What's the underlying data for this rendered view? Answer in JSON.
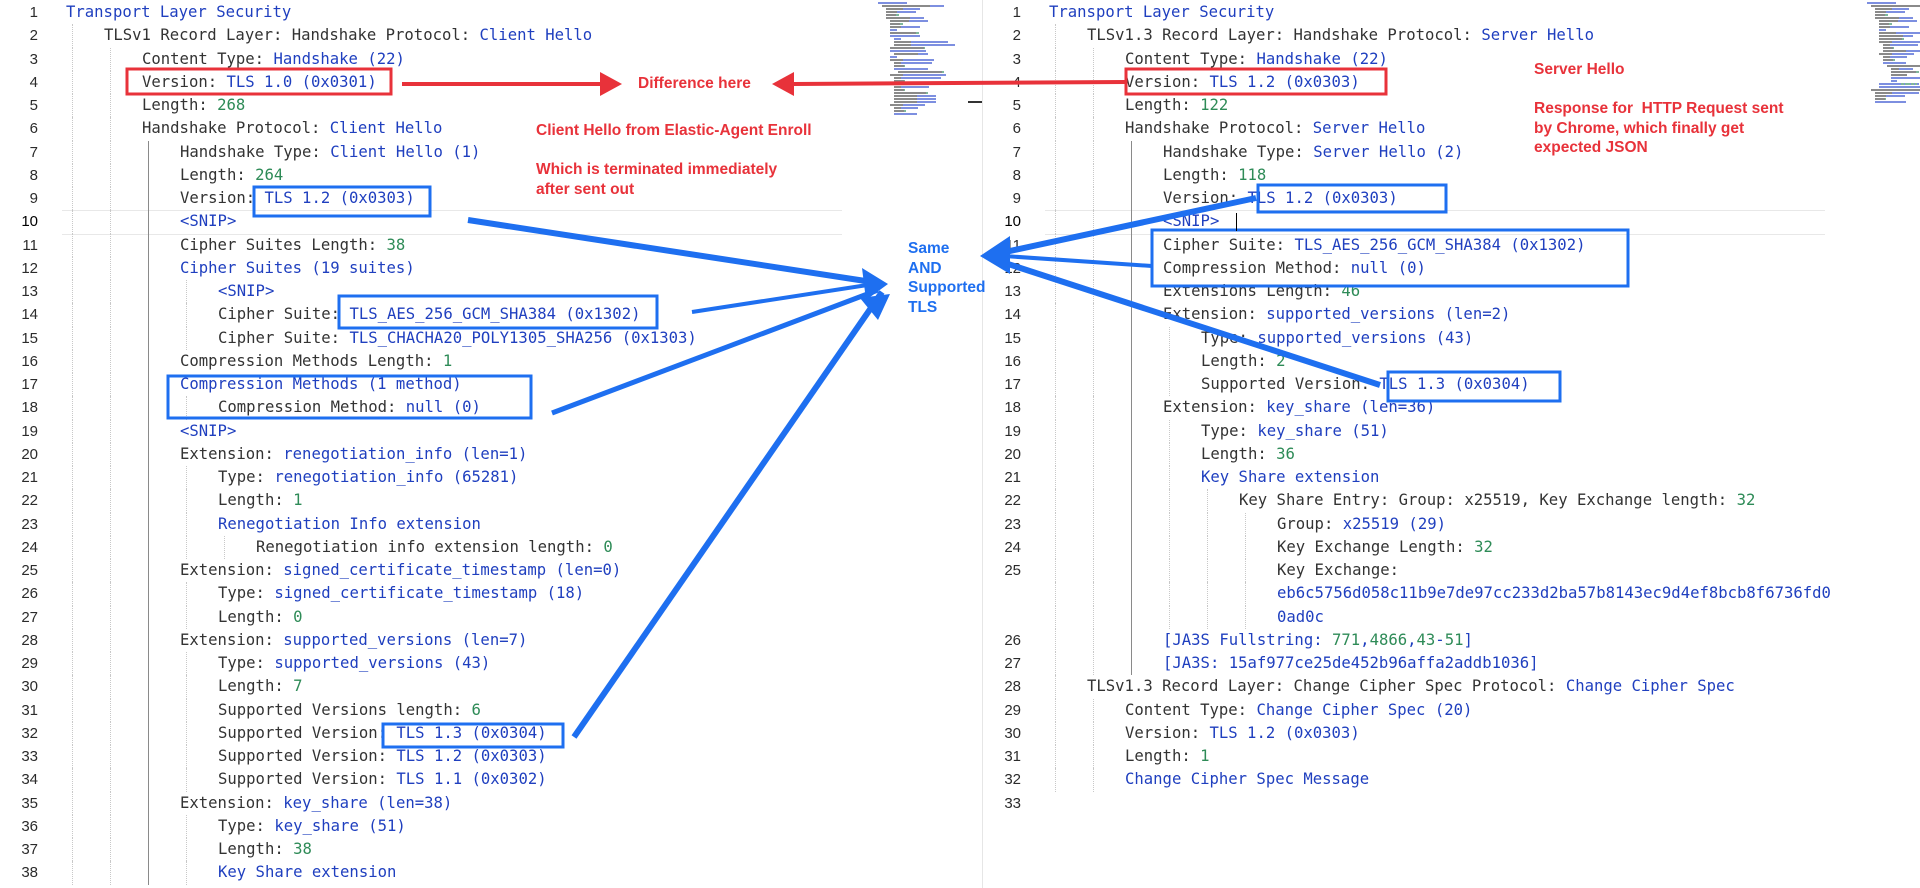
{
  "left_pane": {
    "lines": [
      {
        "n": "1",
        "indent": 0,
        "parts": [
          {
            "c": "v",
            "t": "Transport Layer Security"
          }
        ]
      },
      {
        "n": "2",
        "indent": 1,
        "parts": [
          {
            "c": "k",
            "t": "TLSv1 Record Layer: Handshake Protocol: "
          },
          {
            "c": "v",
            "t": "Client Hello"
          }
        ]
      },
      {
        "n": "3",
        "indent": 2,
        "parts": [
          {
            "c": "k",
            "t": "Content Type: "
          },
          {
            "c": "v",
            "t": "Handshake (22)"
          }
        ]
      },
      {
        "n": "4",
        "indent": 2,
        "parts": [
          {
            "c": "k",
            "t": "Version: "
          },
          {
            "c": "v",
            "t": "TLS 1.0 (0x0301)"
          }
        ]
      },
      {
        "n": "5",
        "indent": 2,
        "parts": [
          {
            "c": "k",
            "t": "Length: "
          },
          {
            "c": "n",
            "t": "268"
          }
        ]
      },
      {
        "n": "6",
        "indent": 2,
        "parts": [
          {
            "c": "k",
            "t": "Handshake Protocol: "
          },
          {
            "c": "v",
            "t": "Client Hello"
          }
        ]
      },
      {
        "n": "7",
        "indent": 3,
        "parts": [
          {
            "c": "k",
            "t": "Handshake Type: "
          },
          {
            "c": "v",
            "t": "Client Hello (1)"
          }
        ]
      },
      {
        "n": "8",
        "indent": 3,
        "parts": [
          {
            "c": "k",
            "t": "Length: "
          },
          {
            "c": "n",
            "t": "264"
          }
        ]
      },
      {
        "n": "9",
        "indent": 3,
        "parts": [
          {
            "c": "k",
            "t": "Version: "
          },
          {
            "c": "v",
            "t": "TLS 1.2 (0x0303)"
          }
        ]
      },
      {
        "n": "10",
        "indent": 3,
        "cur": true,
        "parts": [
          {
            "c": "v",
            "t": "<SNIP>"
          }
        ]
      },
      {
        "n": "11",
        "indent": 3,
        "parts": [
          {
            "c": "k",
            "t": "Cipher Suites Length: "
          },
          {
            "c": "n",
            "t": "38"
          }
        ]
      },
      {
        "n": "12",
        "indent": 3,
        "parts": [
          {
            "c": "v",
            "t": "Cipher Suites (19 suites)"
          }
        ]
      },
      {
        "n": "13",
        "indent": 4,
        "parts": [
          {
            "c": "v",
            "t": "<SNIP>"
          }
        ]
      },
      {
        "n": "14",
        "indent": 4,
        "parts": [
          {
            "c": "k",
            "t": "Cipher Suite: "
          },
          {
            "c": "v",
            "t": "TLS_AES_256_GCM_SHA384 (0x1302)"
          }
        ]
      },
      {
        "n": "15",
        "indent": 4,
        "parts": [
          {
            "c": "k",
            "t": "Cipher Suite: "
          },
          {
            "c": "v",
            "t": "TLS_CHACHA20_POLY1305_SHA256 (0x1303)"
          }
        ]
      },
      {
        "n": "16",
        "indent": 3,
        "parts": [
          {
            "c": "k",
            "t": "Compression Methods Length: "
          },
          {
            "c": "n",
            "t": "1"
          }
        ]
      },
      {
        "n": "17",
        "indent": 3,
        "parts": [
          {
            "c": "v",
            "t": "Compression Methods (1 method)"
          }
        ]
      },
      {
        "n": "18",
        "indent": 4,
        "parts": [
          {
            "c": "k",
            "t": "Compression Method: "
          },
          {
            "c": "v",
            "t": "null (0)"
          }
        ]
      },
      {
        "n": "19",
        "indent": 3,
        "parts": [
          {
            "c": "v",
            "t": "<SNIP>"
          }
        ]
      },
      {
        "n": "20",
        "indent": 3,
        "parts": [
          {
            "c": "k",
            "t": "Extension: "
          },
          {
            "c": "v",
            "t": "renegotiation_info (len=1)"
          }
        ]
      },
      {
        "n": "21",
        "indent": 4,
        "parts": [
          {
            "c": "k",
            "t": "Type: "
          },
          {
            "c": "v",
            "t": "renegotiation_info (65281)"
          }
        ]
      },
      {
        "n": "22",
        "indent": 4,
        "parts": [
          {
            "c": "k",
            "t": "Length: "
          },
          {
            "c": "n",
            "t": "1"
          }
        ]
      },
      {
        "n": "23",
        "indent": 4,
        "parts": [
          {
            "c": "v",
            "t": "Renegotiation Info extension"
          }
        ]
      },
      {
        "n": "24",
        "indent": 5,
        "parts": [
          {
            "c": "k",
            "t": "Renegotiation info extension length: "
          },
          {
            "c": "n",
            "t": "0"
          }
        ]
      },
      {
        "n": "25",
        "indent": 3,
        "parts": [
          {
            "c": "k",
            "t": "Extension: "
          },
          {
            "c": "v",
            "t": "signed_certificate_timestamp (len=0)"
          }
        ]
      },
      {
        "n": "26",
        "indent": 4,
        "parts": [
          {
            "c": "k",
            "t": "Type: "
          },
          {
            "c": "v",
            "t": "signed_certificate_timestamp (18)"
          }
        ]
      },
      {
        "n": "27",
        "indent": 4,
        "parts": [
          {
            "c": "k",
            "t": "Length: "
          },
          {
            "c": "n",
            "t": "0"
          }
        ]
      },
      {
        "n": "28",
        "indent": 3,
        "parts": [
          {
            "c": "k",
            "t": "Extension: "
          },
          {
            "c": "v",
            "t": "supported_versions (len=7)"
          }
        ]
      },
      {
        "n": "29",
        "indent": 4,
        "parts": [
          {
            "c": "k",
            "t": "Type: "
          },
          {
            "c": "v",
            "t": "supported_versions (43)"
          }
        ]
      },
      {
        "n": "30",
        "indent": 4,
        "parts": [
          {
            "c": "k",
            "t": "Length: "
          },
          {
            "c": "n",
            "t": "7"
          }
        ]
      },
      {
        "n": "31",
        "indent": 4,
        "parts": [
          {
            "c": "k",
            "t": "Supported Versions length: "
          },
          {
            "c": "n",
            "t": "6"
          }
        ]
      },
      {
        "n": "32",
        "indent": 4,
        "parts": [
          {
            "c": "k",
            "t": "Supported Version: "
          },
          {
            "c": "v",
            "t": "TLS 1.3 (0x0304)"
          }
        ]
      },
      {
        "n": "33",
        "indent": 4,
        "parts": [
          {
            "c": "k",
            "t": "Supported Version: "
          },
          {
            "c": "v",
            "t": "TLS 1.2 (0x0303)"
          }
        ]
      },
      {
        "n": "34",
        "indent": 4,
        "parts": [
          {
            "c": "k",
            "t": "Supported Version: "
          },
          {
            "c": "v",
            "t": "TLS 1.1 (0x0302)"
          }
        ]
      },
      {
        "n": "35",
        "indent": 3,
        "parts": [
          {
            "c": "k",
            "t": "Extension: "
          },
          {
            "c": "v",
            "t": "key_share (len=38)"
          }
        ]
      },
      {
        "n": "36",
        "indent": 4,
        "parts": [
          {
            "c": "k",
            "t": "Type: "
          },
          {
            "c": "v",
            "t": "key_share (51)"
          }
        ]
      },
      {
        "n": "37",
        "indent": 4,
        "parts": [
          {
            "c": "k",
            "t": "Length: "
          },
          {
            "c": "n",
            "t": "38"
          }
        ]
      },
      {
        "n": "38",
        "indent": 4,
        "parts": [
          {
            "c": "v",
            "t": "Key Share extension"
          }
        ]
      }
    ]
  },
  "right_pane": {
    "lines": [
      {
        "n": "1",
        "indent": 0,
        "parts": [
          {
            "c": "v",
            "t": "Transport Layer Security"
          }
        ]
      },
      {
        "n": "2",
        "indent": 1,
        "parts": [
          {
            "c": "k",
            "t": "TLSv1.3 Record Layer: Handshake Protocol: "
          },
          {
            "c": "v",
            "t": "Server Hello"
          }
        ]
      },
      {
        "n": "3",
        "indent": 2,
        "parts": [
          {
            "c": "k",
            "t": "Content Type: "
          },
          {
            "c": "v",
            "t": "Handshake (22)"
          }
        ]
      },
      {
        "n": "4",
        "indent": 2,
        "parts": [
          {
            "c": "k",
            "t": "Version: "
          },
          {
            "c": "v",
            "t": "TLS 1.2 (0x0303)"
          }
        ]
      },
      {
        "n": "5",
        "indent": 2,
        "parts": [
          {
            "c": "k",
            "t": "Length: "
          },
          {
            "c": "n",
            "t": "122"
          }
        ]
      },
      {
        "n": "6",
        "indent": 2,
        "parts": [
          {
            "c": "k",
            "t": "Handshake Protocol: "
          },
          {
            "c": "v",
            "t": "Server Hello"
          }
        ]
      },
      {
        "n": "7",
        "indent": 3,
        "parts": [
          {
            "c": "k",
            "t": "Handshake Type: "
          },
          {
            "c": "v",
            "t": "Server Hello (2)"
          }
        ]
      },
      {
        "n": "8",
        "indent": 3,
        "parts": [
          {
            "c": "k",
            "t": "Length: "
          },
          {
            "c": "n",
            "t": "118"
          }
        ]
      },
      {
        "n": "9",
        "indent": 3,
        "parts": [
          {
            "c": "k",
            "t": "Version: "
          },
          {
            "c": "v",
            "t": "TLS 1.2 (0x0303)"
          }
        ]
      },
      {
        "n": "10",
        "indent": 3,
        "cur": true,
        "parts": [
          {
            "c": "v",
            "t": "<SNIP>"
          }
        ]
      },
      {
        "n": "11",
        "indent": 3,
        "parts": [
          {
            "c": "k",
            "t": "Cipher Suite: "
          },
          {
            "c": "v",
            "t": "TLS_AES_256_GCM_SHA384 (0x1302)"
          }
        ]
      },
      {
        "n": "12",
        "indent": 3,
        "parts": [
          {
            "c": "k",
            "t": "Compression Method: "
          },
          {
            "c": "v",
            "t": "null (0)"
          }
        ]
      },
      {
        "n": "13",
        "indent": 3,
        "parts": [
          {
            "c": "k",
            "t": "Extensions Length: "
          },
          {
            "c": "n",
            "t": "46"
          }
        ]
      },
      {
        "n": "14",
        "indent": 3,
        "parts": [
          {
            "c": "k",
            "t": "Extension: "
          },
          {
            "c": "v",
            "t": "supported_versions (len=2)"
          }
        ]
      },
      {
        "n": "15",
        "indent": 4,
        "parts": [
          {
            "c": "k",
            "t": "Type: "
          },
          {
            "c": "v",
            "t": "supported_versions (43)"
          }
        ]
      },
      {
        "n": "16",
        "indent": 4,
        "parts": [
          {
            "c": "k",
            "t": "Length: "
          },
          {
            "c": "n",
            "t": "2"
          }
        ]
      },
      {
        "n": "17",
        "indent": 4,
        "parts": [
          {
            "c": "k",
            "t": "Supported Version: "
          },
          {
            "c": "v",
            "t": "TLS 1.3 (0x0304)"
          }
        ]
      },
      {
        "n": "18",
        "indent": 3,
        "parts": [
          {
            "c": "k",
            "t": "Extension: "
          },
          {
            "c": "v",
            "t": "key_share (len=36)"
          }
        ]
      },
      {
        "n": "19",
        "indent": 4,
        "parts": [
          {
            "c": "k",
            "t": "Type: "
          },
          {
            "c": "v",
            "t": "key_share (51)"
          }
        ]
      },
      {
        "n": "20",
        "indent": 4,
        "parts": [
          {
            "c": "k",
            "t": "Length: "
          },
          {
            "c": "n",
            "t": "36"
          }
        ]
      },
      {
        "n": "21",
        "indent": 4,
        "parts": [
          {
            "c": "v",
            "t": "Key Share extension"
          }
        ]
      },
      {
        "n": "22",
        "indent": 5,
        "parts": [
          {
            "c": "k",
            "t": "Key Share Entry: Group: x25519, Key Exchange length: "
          },
          {
            "c": "n",
            "t": "32"
          }
        ]
      },
      {
        "n": "23",
        "indent": 6,
        "parts": [
          {
            "c": "k",
            "t": "Group: "
          },
          {
            "c": "v",
            "t": "x25519 (29)"
          }
        ]
      },
      {
        "n": "24",
        "indent": 6,
        "parts": [
          {
            "c": "k",
            "t": "Key Exchange Length: "
          },
          {
            "c": "n",
            "t": "32"
          }
        ]
      },
      {
        "n": "25",
        "indent": 6,
        "parts": [
          {
            "c": "k",
            "t": "Key Exchange:"
          }
        ]
      },
      {
        "n": "",
        "indent": 6,
        "parts": [
          {
            "c": "v",
            "t": "eb6c5756d058c11b9e7de97cc233d2ba57b8143ec9d4ef8bcb8f6736fd0"
          }
        ]
      },
      {
        "n": "",
        "indent": 6,
        "parts": [
          {
            "c": "v",
            "t": "0ad0c"
          }
        ]
      },
      {
        "n": "26",
        "indent": 3,
        "parts": [
          {
            "c": "v",
            "t": "[JA3S Fullstring: "
          },
          {
            "c": "n",
            "t": "771"
          },
          {
            "c": "v",
            "t": ","
          },
          {
            "c": "n",
            "t": "4866"
          },
          {
            "c": "v",
            "t": ","
          },
          {
            "c": "n",
            "t": "43"
          },
          {
            "c": "v",
            "t": "-"
          },
          {
            "c": "n",
            "t": "51"
          },
          {
            "c": "v",
            "t": "]"
          }
        ]
      },
      {
        "n": "27",
        "indent": 3,
        "parts": [
          {
            "c": "v",
            "t": "[JA3S: 15af977ce25de452b96affa2addb1036]"
          }
        ]
      },
      {
        "n": "28",
        "indent": 1,
        "parts": [
          {
            "c": "k",
            "t": "TLSv1.3 Record Layer: Change Cipher Spec Protocol: "
          },
          {
            "c": "v",
            "t": "Change Cipher Spec"
          }
        ]
      },
      {
        "n": "29",
        "indent": 2,
        "parts": [
          {
            "c": "k",
            "t": "Content Type: "
          },
          {
            "c": "v",
            "t": "Change Cipher Spec (20)"
          }
        ]
      },
      {
        "n": "30",
        "indent": 2,
        "parts": [
          {
            "c": "k",
            "t": "Version: "
          },
          {
            "c": "v",
            "t": "TLS 1.2 (0x0303)"
          }
        ]
      },
      {
        "n": "31",
        "indent": 2,
        "parts": [
          {
            "c": "k",
            "t": "Length: "
          },
          {
            "c": "n",
            "t": "1"
          }
        ]
      },
      {
        "n": "32",
        "indent": 2,
        "parts": [
          {
            "c": "v",
            "t": "Change Cipher Spec Message"
          }
        ]
      },
      {
        "n": "33",
        "indent": 0,
        "parts": []
      }
    ]
  },
  "annotations": {
    "difference": "Difference here",
    "client_hello": "Client Hello from Elastic-Agent Enroll",
    "terminated": "Which is terminated immediately\nafter sent out",
    "same_supported": "Same\nAND\nSupported\nTLS",
    "server_hello": "Server Hello",
    "response": "Response for  HTTP Request sent\nby Chrome, which finally get\nexpected JSON"
  },
  "colors": {
    "keyword": "#333333",
    "value": "#1f3fbf",
    "number": "#2e8b57",
    "red_annotation": "#e8323a",
    "blue_annotation": "#1e6ff0"
  }
}
